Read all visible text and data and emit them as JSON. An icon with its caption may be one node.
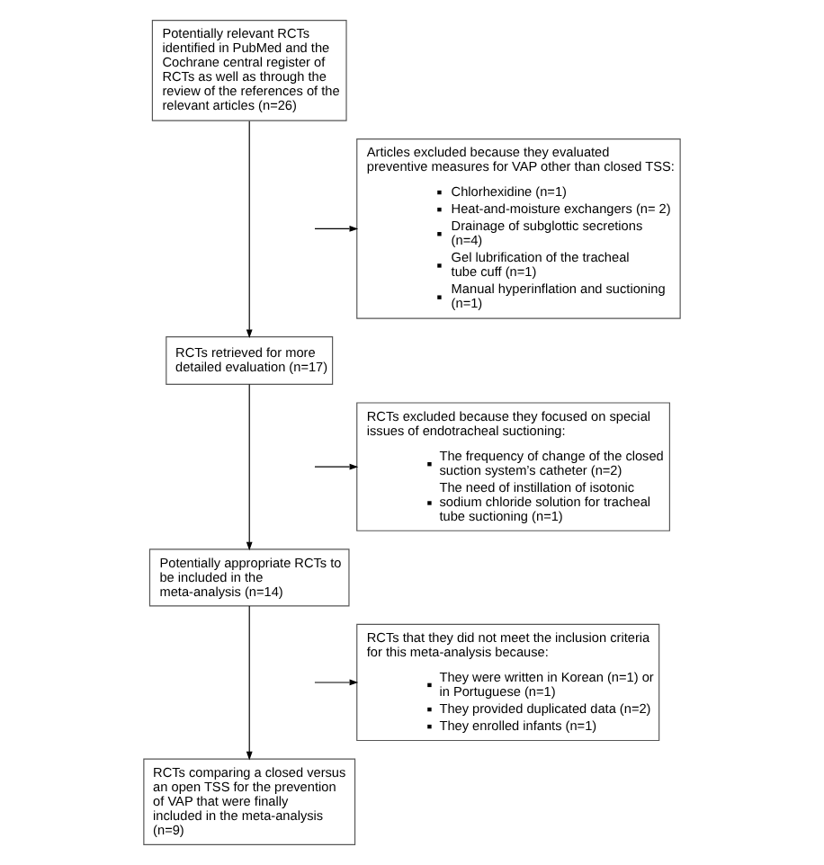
{
  "diagram": {
    "nodes": [
      {
        "text": [
          "Potentially relevant RCTs identified in PubMed and the Cochrane central register of RCTs as well as through the review of the references of the relevant articles (n=26)"
        ]
      },
      {
        "text": [
          "Articles excluded because they evaluated preventive measures for VAP other than closed TSS:",
          "Chlorhexidine (n=1)",
          "Heat-and-moisture exchangers (n= 2)",
          "Drainage of subglottic secretions (n=4)",
          "Gel lubrification of the tracheal tube cuff (n=1)",
          "Manual hyperinflation and suctioning (n=1)"
        ]
      },
      {
        "text": [
          "RCTs retrieved for more detailed evaluation (n=17)"
        ]
      },
      {
        "text": [
          "RCTs excluded because they focused on special issues of endotracheal suctioning:",
          "The frequency of change of the closed suction system’s catheter (n=2)",
          "The need of instillation of isotonic sodium chloride solution for tracheal tube suctioning (n=1)"
        ]
      },
      {
        "text": [
          "Potentially appropriate RCTs to be included in the meta-analysis (n=14)"
        ]
      },
      {
        "text": [
          "RCTs that they did not meet the inclusion criteria for this meta-analysis because:",
          "They were written in Korean (n=1) or in Portuguese (n=1)",
          "They provided duplicated data (n=2)",
          "They enrolled infants (n=1)"
        ]
      },
      {
        "text": [
          "RCTs comparing a closed versus an open TSS for the prevention of VAP that were finally included in the meta-analysis (n=9)"
        ]
      }
    ],
    "edges": [
      {
        "from": 0,
        "to": 2,
        "arrow": "to"
      },
      {
        "from": null,
        "to": 1,
        "arrow": "to"
      },
      {
        "from": 2,
        "to": 4,
        "arrow": "to"
      },
      {
        "from": null,
        "to": 3,
        "arrow": "to"
      },
      {
        "from": 4,
        "to": 6,
        "arrow": "to"
      },
      {
        "from": null,
        "to": 5,
        "arrow": "to"
      }
    ]
  }
}
